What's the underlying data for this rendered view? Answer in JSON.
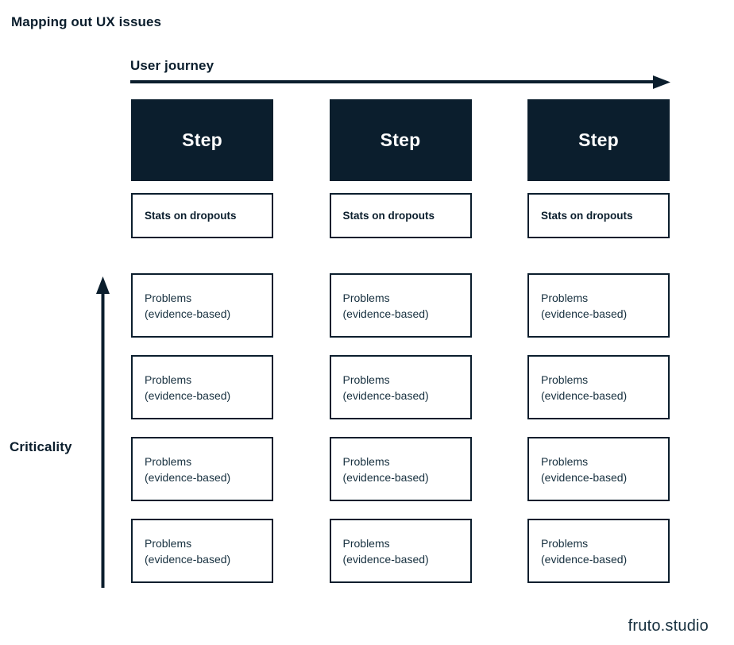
{
  "page": {
    "title": "Mapping out UX issues",
    "watermark": "fruto.studio",
    "colors": {
      "ink": "#0b1e2d",
      "background": "#ffffff",
      "box_text": "#17303f",
      "step_text": "#ffffff"
    }
  },
  "axes": {
    "horizontal": {
      "label": "User journey",
      "direction": "right",
      "icon": "arrow-right-icon"
    },
    "vertical": {
      "label": "Criticality",
      "direction": "up",
      "icon": "arrow-up-icon"
    }
  },
  "columns": [
    {
      "step_label": "Step",
      "stats_label": "Stats on dropouts",
      "problems": [
        {
          "line1": "Problems",
          "line2": "(evidence-based)"
        },
        {
          "line1": "Problems",
          "line2": "(evidence-based)"
        },
        {
          "line1": "Problems",
          "line2": "(evidence-based)"
        },
        {
          "line1": "Problems",
          "line2": "(evidence-based)"
        }
      ]
    },
    {
      "step_label": "Step",
      "stats_label": "Stats on dropouts",
      "problems": [
        {
          "line1": "Problems",
          "line2": "(evidence-based)"
        },
        {
          "line1": "Problems",
          "line2": "(evidence-based)"
        },
        {
          "line1": "Problems",
          "line2": "(evidence-based)"
        },
        {
          "line1": "Problems",
          "line2": "(evidence-based)"
        }
      ]
    },
    {
      "step_label": "Step",
      "stats_label": "Stats on dropouts",
      "problems": [
        {
          "line1": "Problems",
          "line2": "(evidence-based)"
        },
        {
          "line1": "Problems",
          "line2": "(evidence-based)"
        },
        {
          "line1": "Problems",
          "line2": "(evidence-based)"
        },
        {
          "line1": "Problems",
          "line2": "(evidence-based)"
        }
      ]
    }
  ]
}
